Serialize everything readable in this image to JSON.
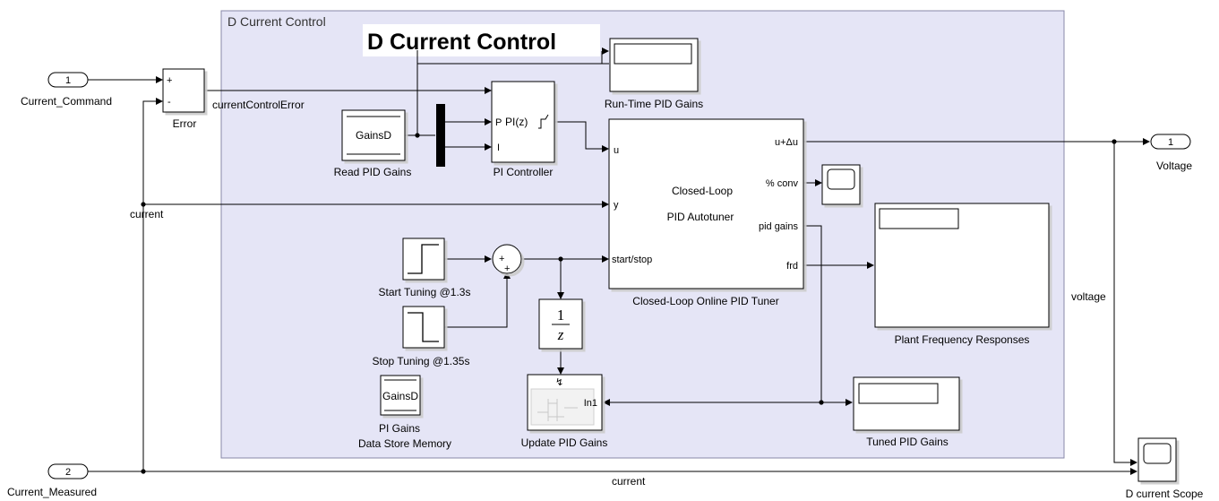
{
  "subsystem": {
    "name": "D Current Control",
    "title": "D Current Control"
  },
  "inports": [
    {
      "number": "1",
      "name": "Current_Command"
    },
    {
      "number": "2",
      "name": "Current_Measured"
    }
  ],
  "outports": [
    {
      "number": "1",
      "name": "Voltage"
    }
  ],
  "blocks": {
    "error_sum": {
      "name": "Error",
      "plus": "+",
      "minus": "-"
    },
    "read_gains": {
      "name": "Read PID Gains",
      "var": "GainsD"
    },
    "pi_controller": {
      "name": "PI Controller",
      "text": "PI(z)",
      "port_p": "P",
      "port_i": "I"
    },
    "runtime_scope": {
      "name": "Run-Time PID Gains"
    },
    "autotuner": {
      "name": "Closed-Loop Online PID Tuner",
      "line1": "Closed-Loop",
      "line2": "PID Autotuner",
      "in_u": "u",
      "in_y": "y",
      "in_startstop": "start/stop",
      "out_udu": "u+Δu",
      "out_conv": "% conv",
      "out_pid": "pid gains",
      "out_frd": "frd"
    },
    "start_tuning": {
      "name": "Start Tuning @1.3s"
    },
    "stop_tuning": {
      "name": "Stop Tuning @1.35s"
    },
    "unit_delay": {
      "numerator": "1",
      "denominator": "z"
    },
    "store": {
      "var": "GainsD",
      "name1": "PI Gains",
      "name2": "Data Store Memory"
    },
    "update_gains": {
      "name": "Update PID Gains",
      "port": "In1"
    },
    "tuned_scope": {
      "name": "Tuned PID Gains"
    },
    "freq_resp": {
      "name": "Plant Frequency Responses"
    },
    "d_scope": {
      "name": "D current Scope"
    }
  },
  "signals": {
    "error": "currentControlError",
    "current_top": "current",
    "current_bottom": "current",
    "voltage": "voltage"
  },
  "colors": {
    "subsystem_fill": "#e5e5f6",
    "subsystem_stroke": "#8888a8",
    "block_stroke": "#000000",
    "bus_bar": "#000000"
  }
}
